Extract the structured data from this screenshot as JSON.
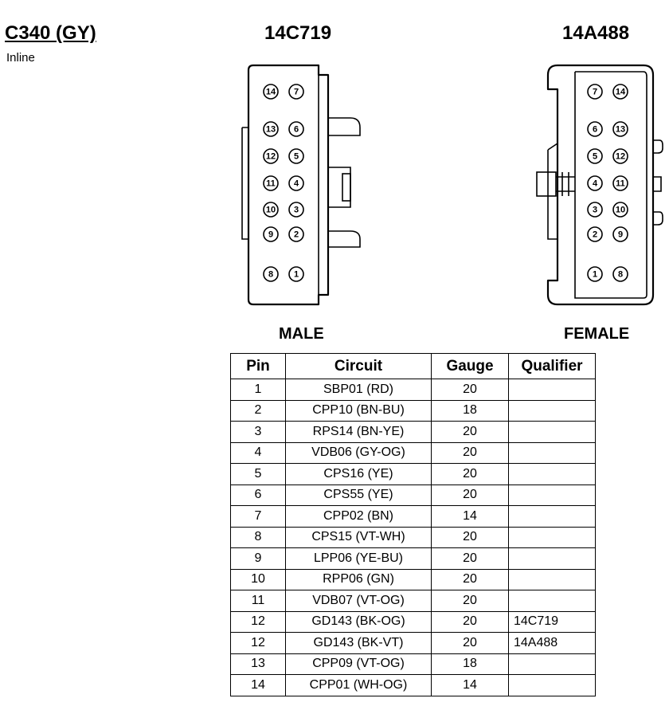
{
  "connector": {
    "title": "C340 (GY)",
    "subtitle": "Inline",
    "male": {
      "part_number": "14C719",
      "label": "MALE"
    },
    "female": {
      "part_number": "14A488",
      "label": "FEMALE"
    }
  },
  "table": {
    "headers": {
      "pin": "Pin",
      "circuit": "Circuit",
      "gauge": "Gauge",
      "qualifier": "Qualifier"
    },
    "rows": [
      {
        "pin": "1",
        "circuit": "SBP01 (RD)",
        "gauge": "20",
        "qualifier": ""
      },
      {
        "pin": "2",
        "circuit": "CPP10 (BN-BU)",
        "gauge": "18",
        "qualifier": ""
      },
      {
        "pin": "3",
        "circuit": "RPS14 (BN-YE)",
        "gauge": "20",
        "qualifier": ""
      },
      {
        "pin": "4",
        "circuit": "VDB06 (GY-OG)",
        "gauge": "20",
        "qualifier": ""
      },
      {
        "pin": "5",
        "circuit": "CPS16 (YE)",
        "gauge": "20",
        "qualifier": ""
      },
      {
        "pin": "6",
        "circuit": "CPS55 (YE)",
        "gauge": "20",
        "qualifier": ""
      },
      {
        "pin": "7",
        "circuit": "CPP02 (BN)",
        "gauge": "14",
        "qualifier": ""
      },
      {
        "pin": "8",
        "circuit": "CPS15 (VT-WH)",
        "gauge": "20",
        "qualifier": ""
      },
      {
        "pin": "9",
        "circuit": "LPP06 (YE-BU)",
        "gauge": "20",
        "qualifier": ""
      },
      {
        "pin": "10",
        "circuit": "RPP06 (GN)",
        "gauge": "20",
        "qualifier": ""
      },
      {
        "pin": "11",
        "circuit": "VDB07 (VT-OG)",
        "gauge": "20",
        "qualifier": ""
      },
      {
        "pin": "12",
        "circuit": "GD143 (BK-OG)",
        "gauge": "20",
        "qualifier": "14C719"
      },
      {
        "pin": "12",
        "circuit": "GD143 (BK-VT)",
        "gauge": "20",
        "qualifier": "14A488"
      },
      {
        "pin": "13",
        "circuit": "CPP09 (VT-OG)",
        "gauge": "18",
        "qualifier": ""
      },
      {
        "pin": "14",
        "circuit": "CPP01 (WH-OG)",
        "gauge": "14",
        "qualifier": ""
      }
    ]
  },
  "male_pins": {
    "left": [
      "14",
      "13",
      "12",
      "11",
      "10",
      "9",
      "8"
    ],
    "right": [
      "7",
      "6",
      "5",
      "4",
      "3",
      "2",
      "1"
    ]
  },
  "female_pins": {
    "left": [
      "7",
      "6",
      "5",
      "4",
      "3",
      "2",
      "1"
    ],
    "right": [
      "14",
      "13",
      "12",
      "11",
      "10",
      "9",
      "8"
    ]
  }
}
